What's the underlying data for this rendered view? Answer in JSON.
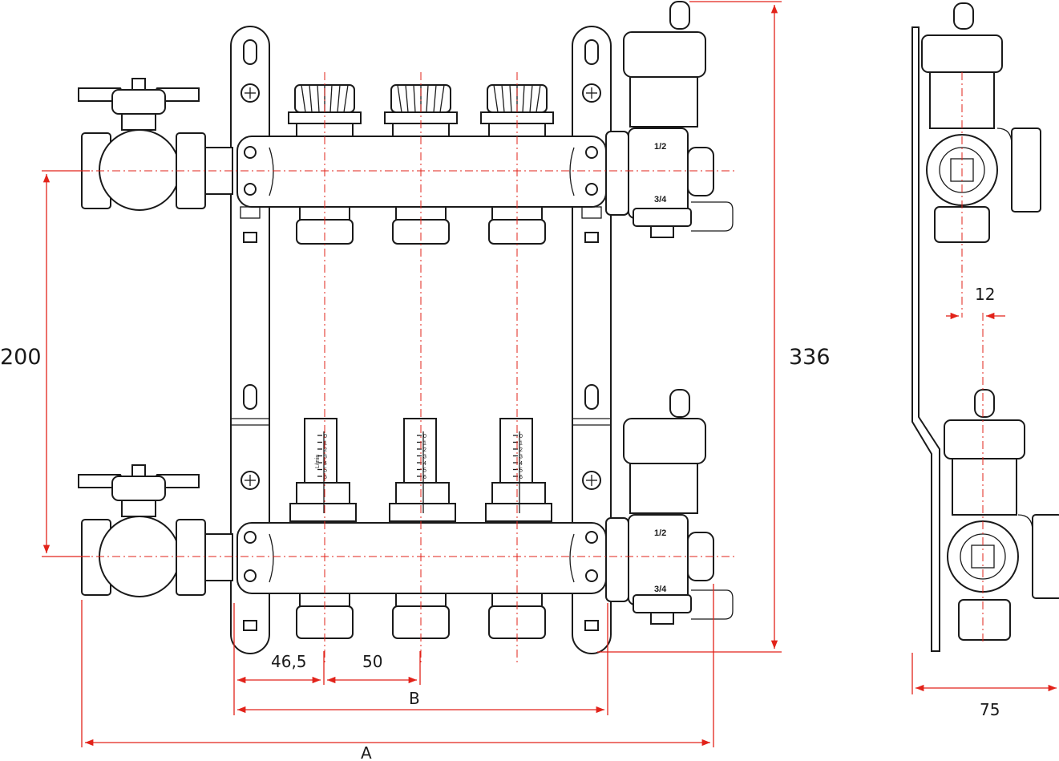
{
  "dimensions": {
    "height_total": "336",
    "height_axis": "200",
    "pitch_first": "46,5",
    "pitch": "50",
    "width_b": "B",
    "width_a": "A",
    "depth": "75",
    "offset": "12"
  },
  "labels": {
    "thread_small": "1/2",
    "thread_large": "3/4"
  },
  "flowmeter": {
    "unit": "L/min",
    "scale": [
      "0",
      "1",
      "2",
      "3",
      "4",
      "5",
      "6"
    ]
  },
  "colors": {
    "dimension": "#e2231a",
    "line": "#1a1a1a"
  }
}
